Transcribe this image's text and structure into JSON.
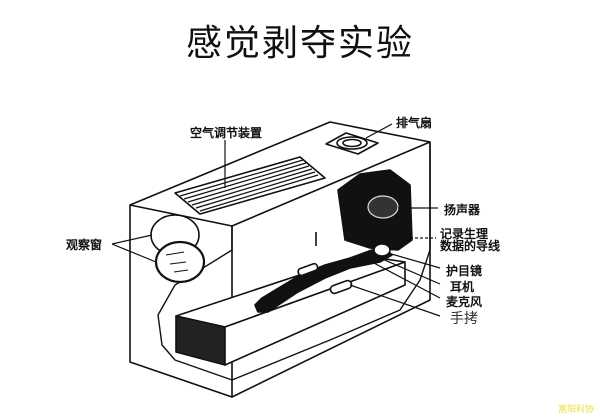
{
  "title": "感觉剥夺实验",
  "labels": {
    "air_conditioner": "空气调节装置",
    "exhaust_fan": "排气扇",
    "observation_window": "观察窗",
    "speaker": "扬声器",
    "data_wire_line1": "记录生理",
    "data_wire_line2": "数据的导线",
    "goggles": "护目镜",
    "earphones": "耳机",
    "microphone": "麦克风",
    "cuffs": "手拷"
  },
  "watermark": "富阳科协",
  "colors": {
    "ink": "#111111",
    "background": "#ffffff",
    "watermark": "#e8e23a"
  }
}
